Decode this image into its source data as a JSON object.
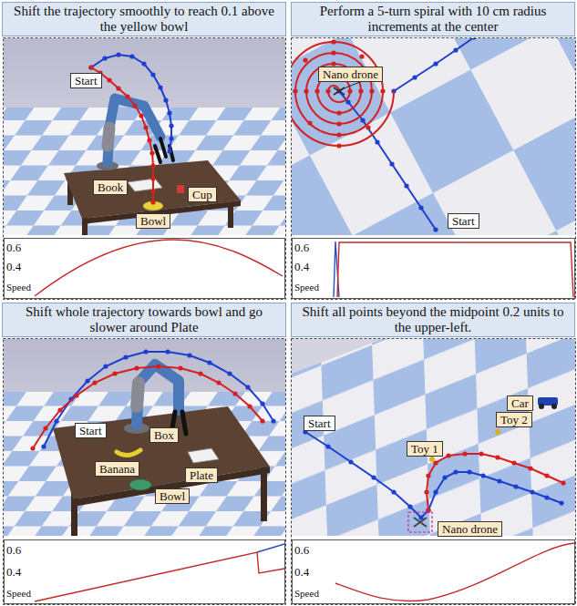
{
  "diagram": {
    "nodes": [
      {
        "text": [
          "Shift the trajectory smoothly to reach 0.1 above the yellow bowl"
        ]
      },
      {
        "text": [
          "Perform a 5-turn spiral with 10 cm radius increments at the center"
        ]
      },
      {
        "text": [
          "Start"
        ]
      },
      {
        "text": [
          "Book"
        ]
      },
      {
        "text": [
          "Cup"
        ]
      },
      {
        "text": [
          "Bowl"
        ]
      },
      {
        "text": [
          "Nano drone"
        ]
      },
      {
        "text": [
          "Start"
        ]
      },
      {
        "text": [
          "Shift whole trajectory towards bowl and go slower around Plate"
        ]
      },
      {
        "text": [
          "Shift all points beyond the midpoint 0.2 units to the upper-left."
        ]
      },
      {
        "text": [
          "Start"
        ]
      },
      {
        "text": [
          "Box"
        ]
      },
      {
        "text": [
          "Banana"
        ]
      },
      {
        "text": [
          "Plate"
        ]
      },
      {
        "text": [
          "Bowl"
        ]
      },
      {
        "text": [
          "Start"
        ]
      },
      {
        "text": [
          "Car"
        ]
      },
      {
        "text": [
          "Toy 2"
        ]
      },
      {
        "text": [
          "Toy 1"
        ]
      },
      {
        "text": [
          "Nano drone"
        ]
      }
    ],
    "labels": [
      "0.6",
      "0.4",
      "Speed",
      "0.6",
      "0.4",
      "Speed",
      "0.6",
      "0.4",
      "Speed",
      "0.6",
      "0.4",
      "Speed"
    ]
  }
}
